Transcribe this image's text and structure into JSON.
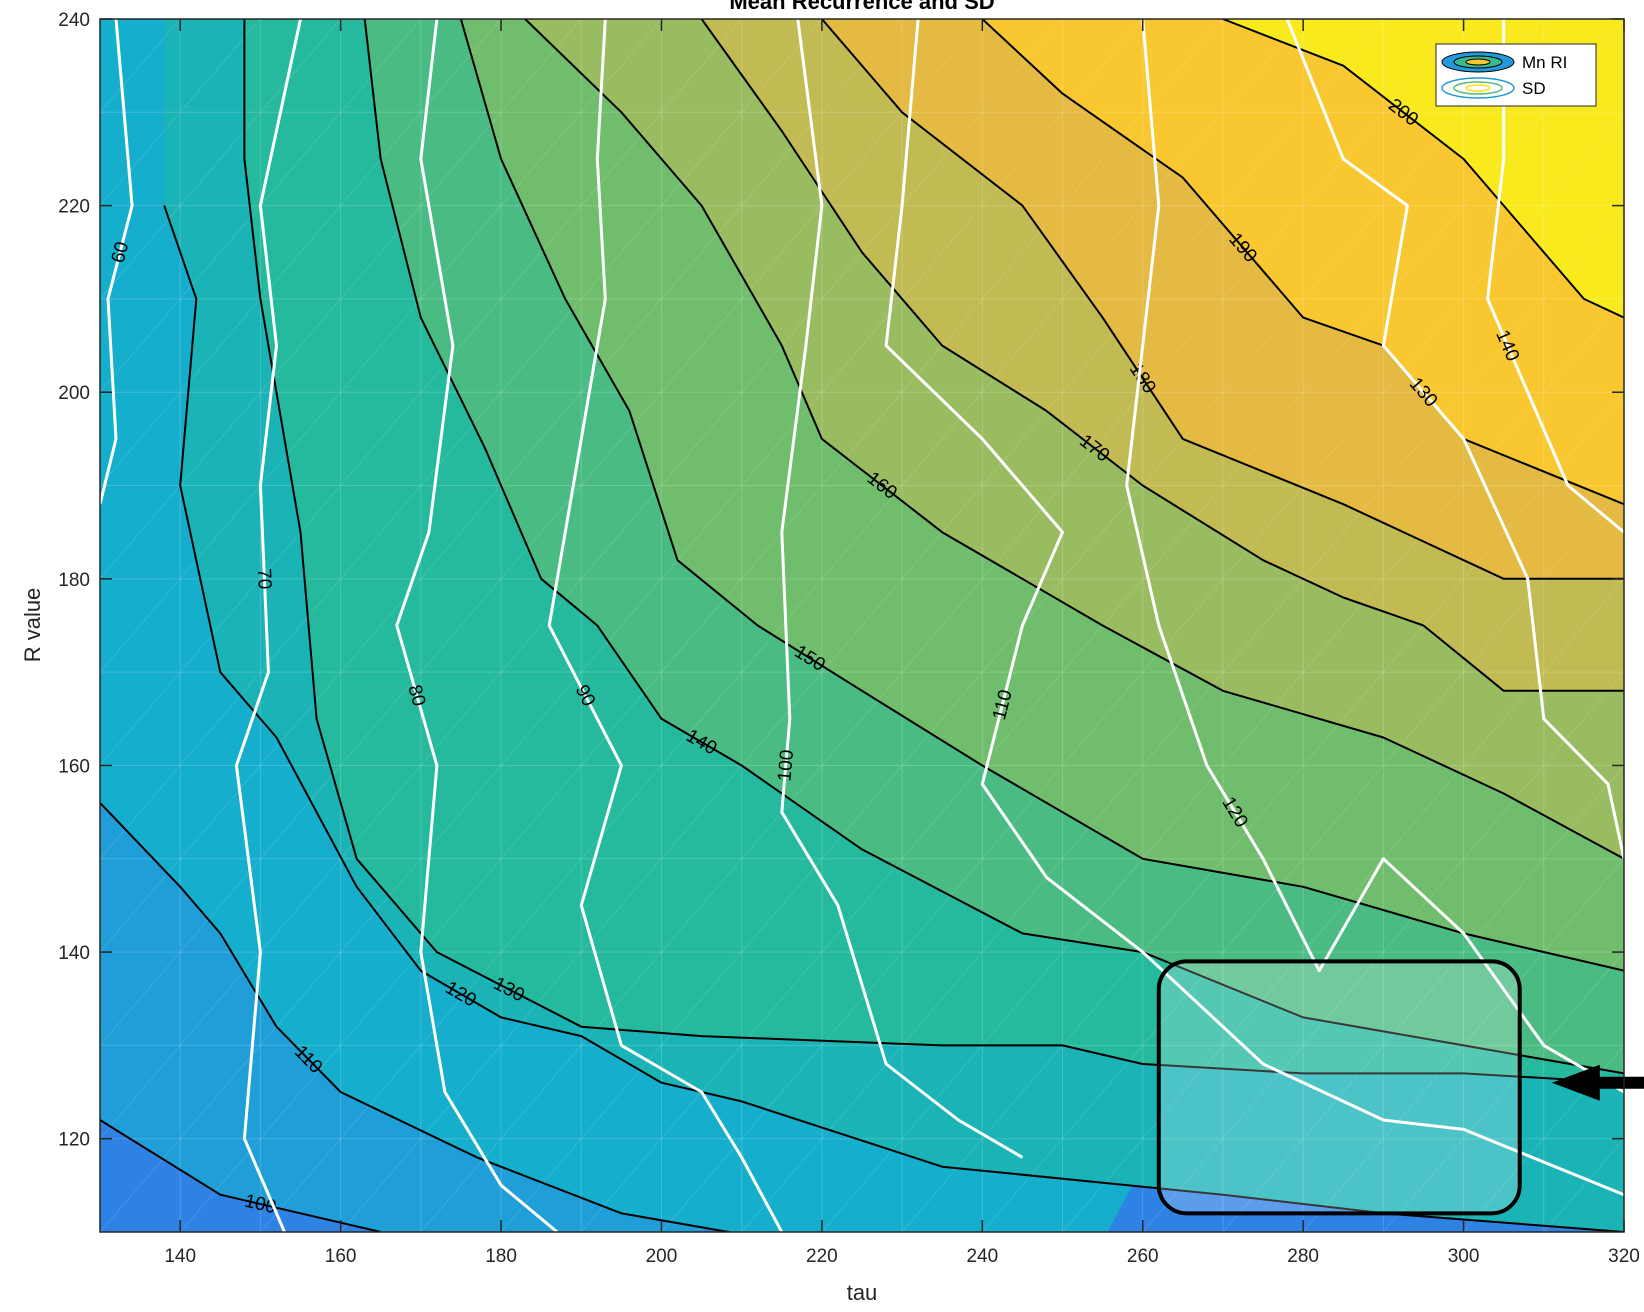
{
  "chart_data": {
    "type": "contour",
    "title": "Mean Recurrence and SD",
    "xlabel": "tau",
    "ylabel": "R value",
    "xlim": [
      130,
      320
    ],
    "ylim": [
      110,
      240
    ],
    "x_ticks": [
      140,
      160,
      180,
      200,
      220,
      240,
      260,
      280,
      300,
      320
    ],
    "y_ticks": [
      120,
      140,
      160,
      180,
      200,
      220,
      240
    ],
    "colormap": "parula",
    "legend": {
      "position": "top-right",
      "entries": [
        "Mn RI",
        "SD"
      ]
    },
    "series": [
      {
        "name": "Mn RI",
        "style": "filled contour, black lines",
        "color": "#000000",
        "contours": [
          {
            "level": 100,
            "points": [
              [
                130,
                122
              ],
              [
                145,
                114
              ],
              [
                155,
                112
              ],
              [
                165,
                110
              ]
            ]
          },
          {
            "level": 110,
            "points": [
              [
                130,
                156
              ],
              [
                140,
                147
              ],
              [
                145,
                142
              ],
              [
                152,
                132
              ],
              [
                160,
                125
              ],
              [
                177,
                118
              ],
              [
                195,
                112
              ],
              [
                215,
                109
              ]
            ]
          },
          {
            "level": 120,
            "points": [
              [
                138,
                220
              ],
              [
                142,
                210
              ],
              [
                140,
                190
              ],
              [
                145,
                170
              ],
              [
                152,
                163
              ],
              [
                162,
                147
              ],
              [
                170,
                138
              ],
              [
                180,
                133
              ],
              [
                190,
                131
              ],
              [
                200,
                126
              ],
              [
                210,
                124
              ],
              [
                235,
                117
              ],
              [
                270,
                114
              ],
              [
                290,
                112
              ],
              [
                320,
                110
              ]
            ]
          },
          {
            "level": 130,
            "points": [
              [
                148,
                240
              ],
              [
                148,
                225
              ],
              [
                150,
                210
              ],
              [
                155,
                185
              ],
              [
                157,
                165
              ],
              [
                162,
                150
              ],
              [
                172,
                140
              ],
              [
                190,
                132
              ],
              [
                205,
                131
              ],
              [
                235,
                130
              ],
              [
                250,
                130
              ],
              [
                260,
                128
              ],
              [
                280,
                127
              ],
              [
                300,
                127
              ],
              [
                320,
                126
              ]
            ]
          },
          {
            "level": 140,
            "points": [
              [
                163,
                240
              ],
              [
                165,
                225
              ],
              [
                170,
                208
              ],
              [
                178,
                194
              ],
              [
                185,
                180
              ],
              [
                192,
                175
              ],
              [
                200,
                165
              ],
              [
                210,
                160
              ],
              [
                225,
                151
              ],
              [
                245,
                142
              ],
              [
                260,
                140
              ],
              [
                280,
                133
              ],
              [
                300,
                130
              ],
              [
                320,
                127
              ]
            ]
          },
          {
            "level": 150,
            "points": [
              [
                175,
                240
              ],
              [
                180,
                225
              ],
              [
                188,
                210
              ],
              [
                196,
                198
              ],
              [
                202,
                182
              ],
              [
                212,
                175
              ],
              [
                225,
                168
              ],
              [
                240,
                160
              ],
              [
                260,
                150
              ],
              [
                280,
                147
              ],
              [
                300,
                142
              ],
              [
                320,
                138
              ]
            ]
          },
          {
            "level": 160,
            "points": [
              [
                183,
                240
              ],
              [
                195,
                230
              ],
              [
                205,
                220
              ],
              [
                215,
                205
              ],
              [
                220,
                195
              ],
              [
                235,
                185
              ],
              [
                255,
                175
              ],
              [
                270,
                168
              ],
              [
                290,
                163
              ],
              [
                305,
                157
              ],
              [
                320,
                150
              ]
            ]
          },
          {
            "level": 170,
            "points": [
              [
                205,
                240
              ],
              [
                215,
                228
              ],
              [
                225,
                215
              ],
              [
                235,
                205
              ],
              [
                248,
                198
              ],
              [
                260,
                190
              ],
              [
                275,
                182
              ],
              [
                285,
                178
              ],
              [
                295,
                175
              ],
              [
                305,
                168
              ],
              [
                320,
                168
              ]
            ]
          },
          {
            "level": 180,
            "points": [
              [
                220,
                240
              ],
              [
                230,
                230
              ],
              [
                245,
                220
              ],
              [
                255,
                208
              ],
              [
                265,
                195
              ],
              [
                285,
                188
              ],
              [
                305,
                180
              ],
              [
                320,
                180
              ]
            ]
          },
          {
            "level": 190,
            "points": [
              [
                240,
                240
              ],
              [
                250,
                232
              ],
              [
                265,
                223
              ],
              [
                280,
                208
              ],
              [
                290,
                205
              ],
              [
                300,
                195
              ],
              [
                320,
                188
              ]
            ]
          },
          {
            "level": 200,
            "points": [
              [
                270,
                240
              ],
              [
                285,
                235
              ],
              [
                300,
                225
              ],
              [
                315,
                210
              ],
              [
                320,
                208
              ]
            ]
          }
        ]
      },
      {
        "name": "SD",
        "style": "contour lines",
        "color": "#ffffff",
        "contours": [
          {
            "level": 60,
            "points": [
              [
                132,
                240
              ],
              [
                134,
                220
              ],
              [
                131,
                210
              ],
              [
                132,
                195
              ],
              [
                130,
                188
              ]
            ]
          },
          {
            "level": 70,
            "points": [
              [
                155,
                240
              ],
              [
                150,
                220
              ],
              [
                152,
                205
              ],
              [
                150,
                190
              ],
              [
                151,
                170
              ],
              [
                147,
                160
              ],
              [
                150,
                140
              ],
              [
                148,
                120
              ],
              [
                153,
                110
              ]
            ]
          },
          {
            "level": 80,
            "points": [
              [
                172,
                240
              ],
              [
                170,
                225
              ],
              [
                174,
                205
              ],
              [
                171,
                185
              ],
              [
                167,
                175
              ],
              [
                172,
                160
              ],
              [
                170,
                140
              ],
              [
                173,
                125
              ],
              [
                180,
                115
              ],
              [
                187,
                110
              ]
            ]
          },
          {
            "level": 90,
            "points": [
              [
                193,
                240
              ],
              [
                192,
                225
              ],
              [
                193,
                210
              ],
              [
                190,
                195
              ],
              [
                186,
                175
              ],
              [
                195,
                160
              ],
              [
                190,
                145
              ],
              [
                195,
                130
              ],
              [
                205,
                125
              ],
              [
                210,
                118
              ],
              [
                215,
                110
              ]
            ]
          },
          {
            "level": 100,
            "points": [
              [
                217,
                240
              ],
              [
                220,
                220
              ],
              [
                218,
                205
              ],
              [
                215,
                185
              ],
              [
                216,
                165
              ],
              [
                215,
                155
              ],
              [
                222,
                145
              ],
              [
                228,
                128
              ],
              [
                237,
                122
              ],
              [
                245,
                118
              ]
            ]
          },
          {
            "level": 110,
            "points": [
              [
                232,
                240
              ],
              [
                230,
                220
              ],
              [
                228,
                205
              ],
              [
                240,
                195
              ],
              [
                250,
                185
              ],
              [
                245,
                175
              ],
              [
                240,
                158
              ],
              [
                248,
                148
              ],
              [
                260,
                140
              ],
              [
                275,
                128
              ],
              [
                290,
                122
              ],
              [
                300,
                121
              ],
              [
                320,
                114
              ]
            ]
          },
          {
            "level": 120,
            "points": [
              [
                260,
                240
              ],
              [
                262,
                220
              ],
              [
                260,
                205
              ],
              [
                258,
                190
              ],
              [
                262,
                175
              ],
              [
                268,
                160
              ],
              [
                275,
                150
              ],
              [
                282,
                138
              ],
              [
                290,
                150
              ],
              [
                300,
                142
              ],
              [
                310,
                130
              ],
              [
                320,
                125
              ]
            ]
          },
          {
            "level": 130,
            "points": [
              [
                278,
                240
              ],
              [
                285,
                225
              ],
              [
                293,
                220
              ],
              [
                290,
                205
              ],
              [
                300,
                195
              ],
              [
                308,
                180
              ],
              [
                310,
                165
              ],
              [
                318,
                158
              ],
              [
                320,
                150
              ]
            ]
          },
          {
            "level": 140,
            "points": [
              [
                305,
                240
              ],
              [
                305,
                225
              ],
              [
                303,
                210
              ],
              [
                308,
                200
              ],
              [
                313,
                190
              ],
              [
                320,
                185
              ]
            ]
          }
        ]
      }
    ],
    "annotations": [
      {
        "type": "rounded-rectangle",
        "x": [
          262,
          307
        ],
        "y": [
          112,
          139
        ]
      },
      {
        "type": "arrow",
        "direction": "left",
        "target": [
          311,
          126
        ]
      }
    ]
  }
}
